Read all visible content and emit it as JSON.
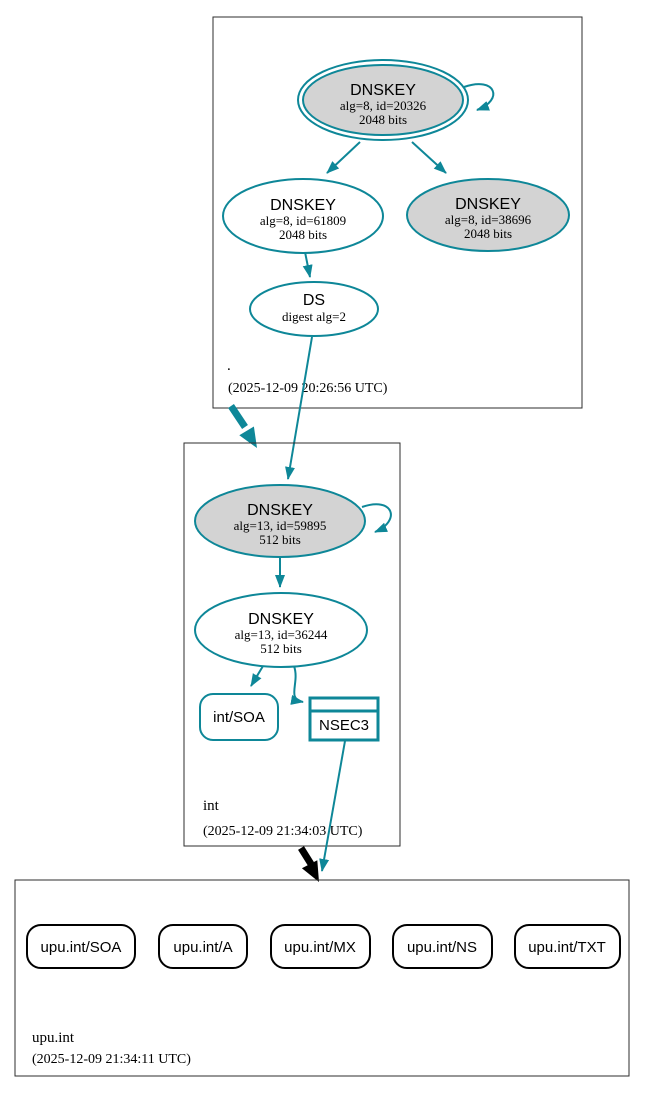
{
  "colors": {
    "secure_teal": "#0e8798",
    "node_fill_gray": "#d3d3d3",
    "node_fill_white": "#ffffff",
    "zone_box_border": "#2e2e2e",
    "black": "#000000"
  },
  "zones": [
    {
      "label": ".",
      "timestamp": "(2025-12-09 20:26:56 UTC)",
      "nodes": {
        "ksk": {
          "title": "DNSKEY",
          "detail1": "alg=8, id=20326",
          "detail2": "2048 bits"
        },
        "zsk": {
          "title": "DNSKEY",
          "detail1": "alg=8, id=61809",
          "detail2": "2048 bits"
        },
        "key2": {
          "title": "DNSKEY",
          "detail1": "alg=8, id=38696",
          "detail2": "2048 bits"
        },
        "ds": {
          "title": "DS",
          "detail1": "digest alg=2"
        }
      }
    },
    {
      "label": "int",
      "timestamp": "(2025-12-09 21:34:03 UTC)",
      "nodes": {
        "ksk": {
          "title": "DNSKEY",
          "detail1": "alg=13, id=59895",
          "detail2": "512 bits"
        },
        "zsk": {
          "title": "DNSKEY",
          "detail1": "alg=13, id=36244",
          "detail2": "512 bits"
        },
        "soa": {
          "label": "int/SOA"
        },
        "nsec3": {
          "label": "NSEC3"
        }
      }
    },
    {
      "label": "upu.int",
      "timestamp": "(2025-12-09 21:34:11 UTC)",
      "rrsets": [
        {
          "label": "upu.int/SOA"
        },
        {
          "label": "upu.int/A"
        },
        {
          "label": "upu.int/MX"
        },
        {
          "label": "upu.int/NS"
        },
        {
          "label": "upu.int/TXT"
        }
      ]
    }
  ]
}
